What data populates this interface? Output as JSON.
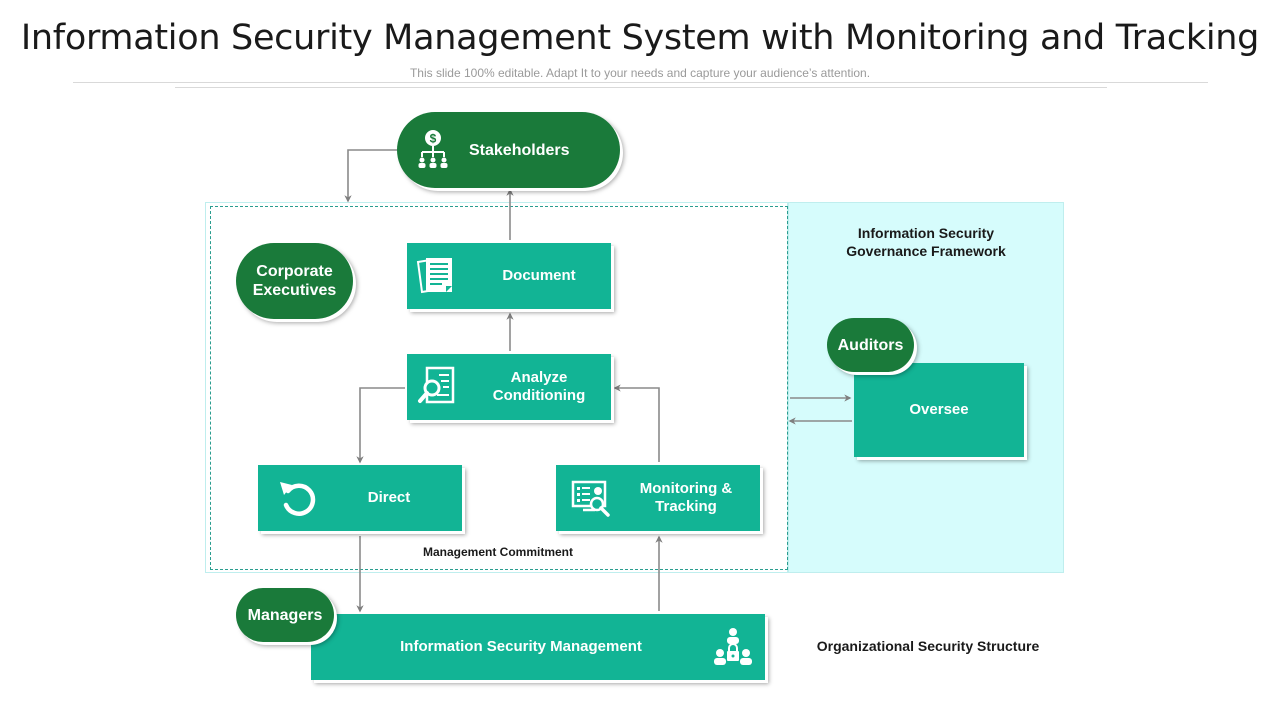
{
  "header": {
    "title": "Information Security Management System with Monitoring and Tracking",
    "subtitle": "This slide 100% editable. Adapt  It to your needs and capture your audience’s attention."
  },
  "nodes": {
    "stakeholders": {
      "label": "Stakeholders",
      "icon": "dollar-hierarchy-icon"
    },
    "corporate_executives": {
      "label": "Corporate Executives"
    },
    "document": {
      "label": "Document",
      "icon": "documents-icon"
    },
    "analyze": {
      "label": "Analyze Conditioning",
      "icon": "report-magnifier-icon"
    },
    "direct": {
      "label": "Direct",
      "icon": "undo-arrow-icon"
    },
    "monitoring": {
      "label": "Monitoring & Tracking",
      "icon": "monitor-search-icon"
    },
    "auditors": {
      "label": "Auditors"
    },
    "oversee": {
      "label": "Oversee"
    },
    "managers": {
      "label": "Managers"
    },
    "ism": {
      "label": "Information Security Management",
      "icon": "team-lock-icon"
    }
  },
  "captions": {
    "governance": "Information Security Governance Framework",
    "management_commitment": "Management Commitment",
    "org_structure": "Organizational Security Structure"
  },
  "colors": {
    "dark_green": "#1a7a3a",
    "teal": "#12b495",
    "panel_cyan": "#d6fcfc",
    "arrow_gray": "#7f7f7f"
  }
}
